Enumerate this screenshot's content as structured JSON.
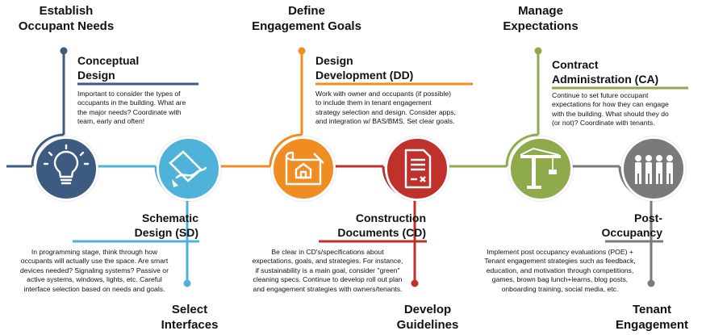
{
  "phases": [
    {
      "id": "occupant-needs",
      "lines": [
        "Establish",
        "Occupant Needs"
      ]
    },
    {
      "id": "engagement-goals",
      "lines": [
        "Define",
        "Engagement Goals"
      ]
    },
    {
      "id": "expectations",
      "lines": [
        "Manage",
        "Expectations"
      ]
    },
    {
      "id": "interfaces",
      "lines": [
        "Select",
        "Interfaces"
      ]
    },
    {
      "id": "guidelines",
      "lines": [
        "Develop",
        "Guidelines"
      ]
    },
    {
      "id": "engagement",
      "lines": [
        "Tenant",
        "Engagement"
      ]
    }
  ],
  "stages": [
    {
      "id": "conceptual",
      "color": "#3d5a80",
      "title": [
        "Conceptual",
        "Design"
      ],
      "text": [
        "Important to consider the types of",
        "occupants in the building. What are",
        "the major needs? Coordinate with",
        "team, early and often!"
      ]
    },
    {
      "id": "schematic",
      "color": "#4fb3d9",
      "title": [
        "Schematic",
        "Design (SD)"
      ],
      "text": [
        "In programming stage, think through how",
        "occupants will actually use the space. Are smart",
        "devices needed? Signaling systems? Passive or",
        "active systems, windows, lights, etc.  Careful",
        "interface selection based on needs and goals."
      ]
    },
    {
      "id": "design-development",
      "color": "#ef8c22",
      "title": [
        "Design",
        "Development (DD)"
      ],
      "text": [
        "Work with owner and occupants (if possible)",
        "to include them in tenant engagement",
        "strategy selection and design. Consider apps,",
        "and integration w/ BAS/BMS. Set clear goals."
      ]
    },
    {
      "id": "construction",
      "color": "#c0312c",
      "title": [
        "Construction",
        "Documents (CD)"
      ],
      "text": [
        "Be clear in CD's/specifications about",
        "expectations, goals, and strategies. For instance,",
        "if sustainability is a main goal, consider \"green\"",
        "cleaning specs. Continue to develop roll out plan",
        "and engagement strategies with owners/tenants."
      ]
    },
    {
      "id": "contract-admin",
      "color": "#8faa4a",
      "title": [
        "Contract",
        "Administration (CA)"
      ],
      "text": [
        "Continue to set future occupant",
        "expectations for how they can engage",
        "with the building. What should they do",
        "(or not)? Coordinate with tenants."
      ]
    },
    {
      "id": "post-occupancy",
      "color": "#7a7a7a",
      "title": [
        "Post-",
        "Occupancy"
      ],
      "text": [
        "Implement post occupancy evaluations (POE) +",
        "Tenant engagement strategies such as feedback,",
        "education, and motivation through competitions,",
        "games, brown bag lunch+learns, blog posts,",
        "onboarding training, social media, etc."
      ]
    }
  ],
  "icons": [
    "lightbulb-icon",
    "tablet-pen-icon",
    "blueprint-house-icon",
    "document-icon",
    "construction-crane-icon",
    "people-icon"
  ]
}
